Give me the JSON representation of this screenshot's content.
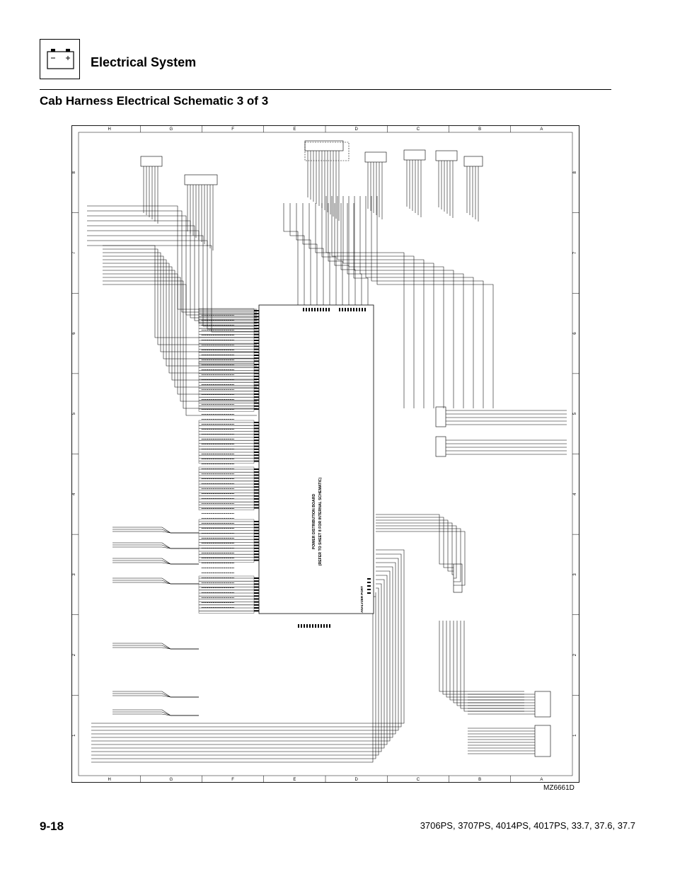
{
  "header": {
    "section_title": "Electrical System",
    "icon": "battery-icon",
    "page_heading": "Cab Harness Electrical Schematic 3 of 3"
  },
  "schematic": {
    "zones_columns": [
      "H",
      "G",
      "F",
      "E",
      "D",
      "C",
      "B",
      "A"
    ],
    "zones_rows": [
      "8",
      "7",
      "6",
      "5",
      "4",
      "3",
      "2",
      "1"
    ],
    "center_block_line1": "POWER DISTRIBUTION BOARD",
    "center_block_line2": "(REFER TO SHEET 8 FOR INTERNAL SCHEMATIC)",
    "analyzer_label": "ANALYZER PORT"
  },
  "footer": {
    "figure_id": "MZ6661D",
    "page_number": "9-18",
    "models": "3706PS, 3707PS, 4014PS, 4017PS, 33.7, 37.6, 37.7"
  }
}
